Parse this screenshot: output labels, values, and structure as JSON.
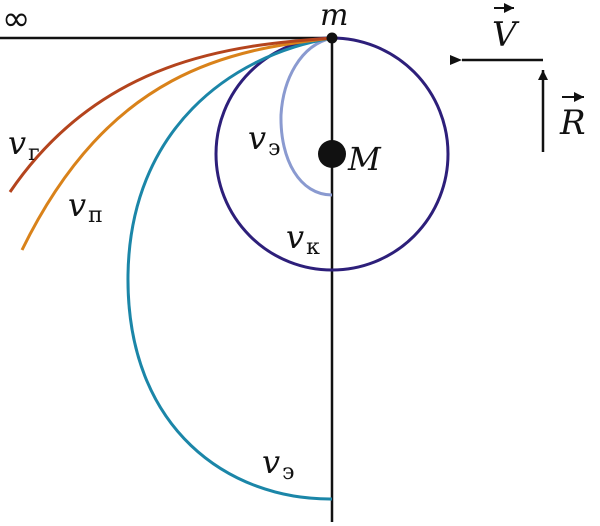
{
  "labels": {
    "infinity": "∞",
    "small_mass": "m",
    "big_mass": "M",
    "velocity_hyperbolic": {
      "symbol": "v",
      "subscript": "г"
    },
    "velocity_parabolic": {
      "symbol": "v",
      "subscript": "п"
    },
    "velocity_ellipse_inner": {
      "symbol": "v",
      "subscript": "э"
    },
    "velocity_circular": {
      "symbol": "v",
      "subscript": "к"
    },
    "velocity_ellipse_outer": {
      "symbol": "v",
      "subscript": "э"
    },
    "vector_velocity": "V",
    "vector_radius": "R"
  },
  "colors": {
    "axis": "#111111",
    "hyperbola": "#b4441d",
    "parabola": "#d9821a",
    "ellipse_inner": "#8a9ad0",
    "circle": "#2d1f7a",
    "ellipse_outer": "#1b86a8"
  }
}
